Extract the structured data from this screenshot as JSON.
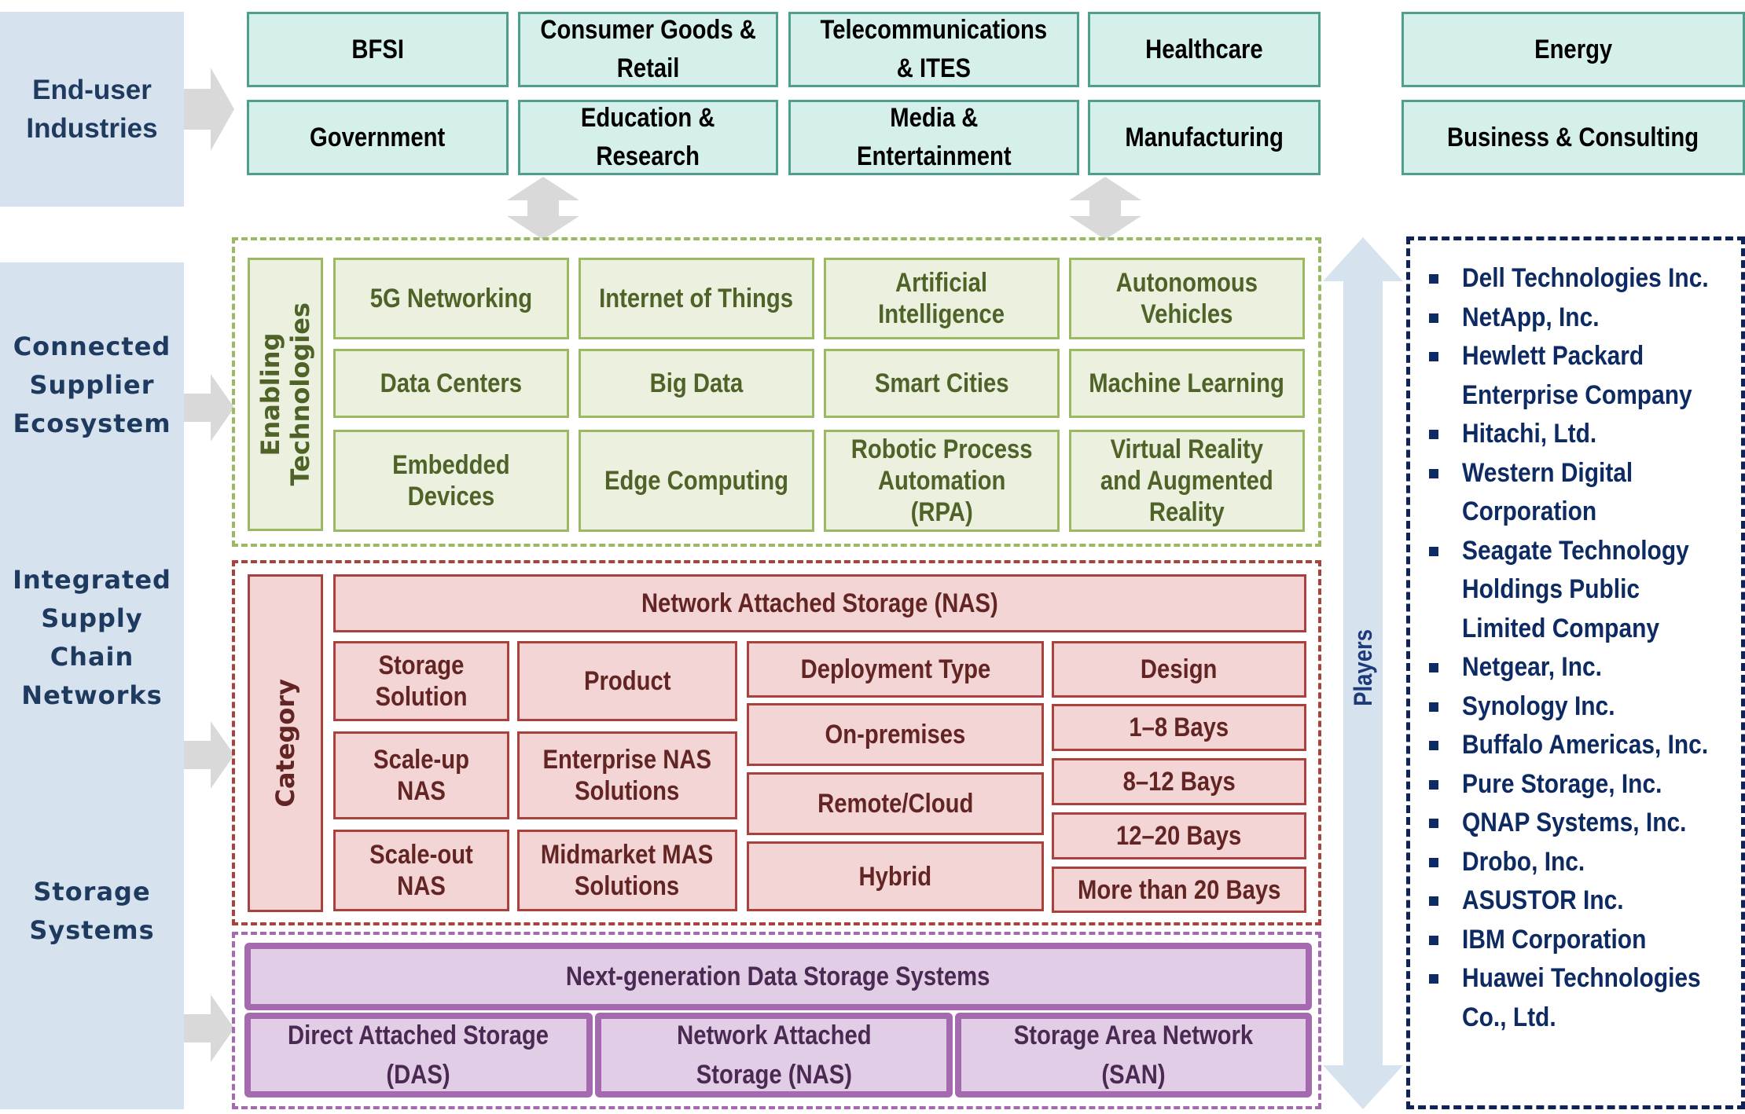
{
  "left_labels": {
    "end_user": "End-user\nIndustries",
    "connected": "Connected\nSupplier\nEcosystem",
    "integrated": "Integrated\nSupply\nChain\nNetworks",
    "storage": "Storage\nSystems"
  },
  "industries": [
    "BFSI",
    "Consumer Goods &\nRetail",
    "Telecommunications\n& ITES",
    "Healthcare",
    "Energy",
    "Government",
    "Education &\nResearch",
    "Media &\nEntertainment",
    "Manufacturing",
    "Business & Consulting"
  ],
  "enabling": {
    "label": "Enabling\nTechnologies",
    "items": [
      "5G Networking",
      "Internet of Things",
      "Artificial\nIntelligence",
      "Autonomous\nVehicles",
      "Data Centers",
      "Big Data",
      "Smart Cities",
      "Machine Learning",
      "Embedded\nDevices",
      "Edge Computing",
      "Robotic Process\nAutomation\n(RPA)",
      "Virtual Reality\nand Augmented\nReality"
    ]
  },
  "category": {
    "label": "Category",
    "header": "Network Attached Storage (NAS)",
    "storage_solution": {
      "title": "Storage\nSolution",
      "items": [
        "Scale-up NAS",
        "Scale-out NAS"
      ]
    },
    "product": {
      "title": "Product",
      "items": [
        "Enterprise NAS\nSolutions",
        "Midmarket MAS\nSolutions"
      ]
    },
    "deployment": {
      "title": "Deployment Type",
      "items": [
        "On-premises",
        "Remote/Cloud",
        "Hybrid"
      ]
    },
    "design": {
      "title": "Design",
      "items": [
        "1–8 Bays",
        "8–12 Bays",
        "12–20 Bays",
        "More than 20 Bays"
      ]
    }
  },
  "storage_systems": {
    "header": "Next-generation Data Storage Systems",
    "items": [
      "Direct Attached Storage\n(DAS)",
      "Network Attached\nStorage (NAS)",
      "Storage Area Network\n(SAN)"
    ]
  },
  "players": {
    "label": "Players",
    "items": [
      "Dell Technologies Inc.",
      "NetApp, Inc.",
      "Hewlett Packard\nEnterprise Company",
      "Hitachi, Ltd.",
      "Western Digital\nCorporation",
      "Seagate Technology\nHoldings Public\nLimited Company",
      "Netgear, Inc.",
      "Synology Inc.",
      "Buffalo Americas, Inc.",
      "Pure Storage, Inc.",
      "QNAP Systems, Inc.",
      "Drobo, Inc.",
      "ASUSTOR Inc.",
      "IBM Corporation",
      "Huawei Technologies\nCo., Ltd."
    ]
  },
  "colors": {
    "left_panel": "#d6e3ef",
    "industry_fill": "#d5f0ea",
    "industry_border": "#4f9f8f",
    "green_border": "#9bb863",
    "red_border": "#a9423d",
    "purple_border": "#a569b0",
    "players_border": "#0d2257"
  }
}
